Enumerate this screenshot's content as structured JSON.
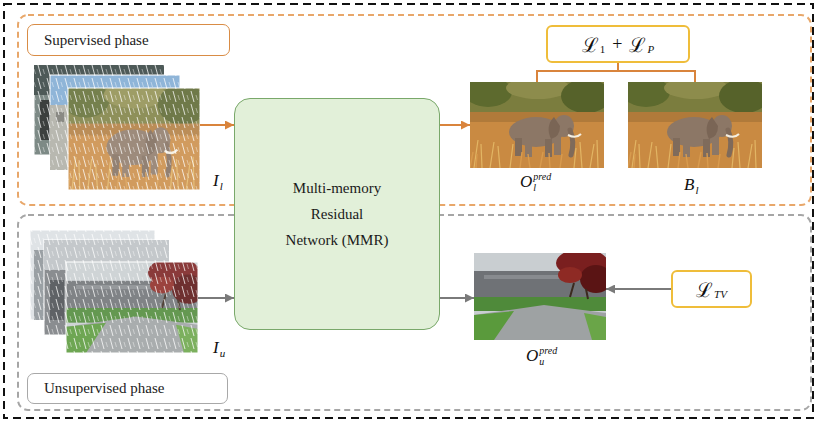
{
  "diagram": {
    "nodes": [
      {
        "text": [
          "Supervised phase"
        ]
      },
      {
        "text": [
          "ℒ",
          "1",
          "+",
          "ℒ",
          "P"
        ]
      },
      {
        "text": [
          "I",
          "l"
        ]
      },
      {
        "text": [
          "Multi-memory Residual Network (MMR)"
        ]
      },
      {
        "text": [
          "O",
          "l",
          "pred"
        ]
      },
      {
        "text": [
          "B",
          "l"
        ]
      },
      {
        "text": [
          "I",
          "u"
        ]
      },
      {
        "text": [
          "O",
          "u",
          "pred"
        ]
      },
      {
        "text": [
          "ℒ",
          "TV"
        ]
      },
      {
        "text": [
          "Unsupervised phase"
        ]
      }
    ],
    "edges": [
      {
        "from": 2,
        "to": 3,
        "arrow": "to"
      },
      {
        "from": 3,
        "to": 4,
        "arrow": "to"
      },
      {
        "from": 1,
        "to": 4,
        "arrow": "none"
      },
      {
        "from": 1,
        "to": 5,
        "arrow": "none"
      },
      {
        "from": 6,
        "to": 3,
        "arrow": "to"
      },
      {
        "from": 3,
        "to": 7,
        "arrow": "to"
      },
      {
        "from": 8,
        "to": 7,
        "arrow": "to"
      }
    ]
  }
}
